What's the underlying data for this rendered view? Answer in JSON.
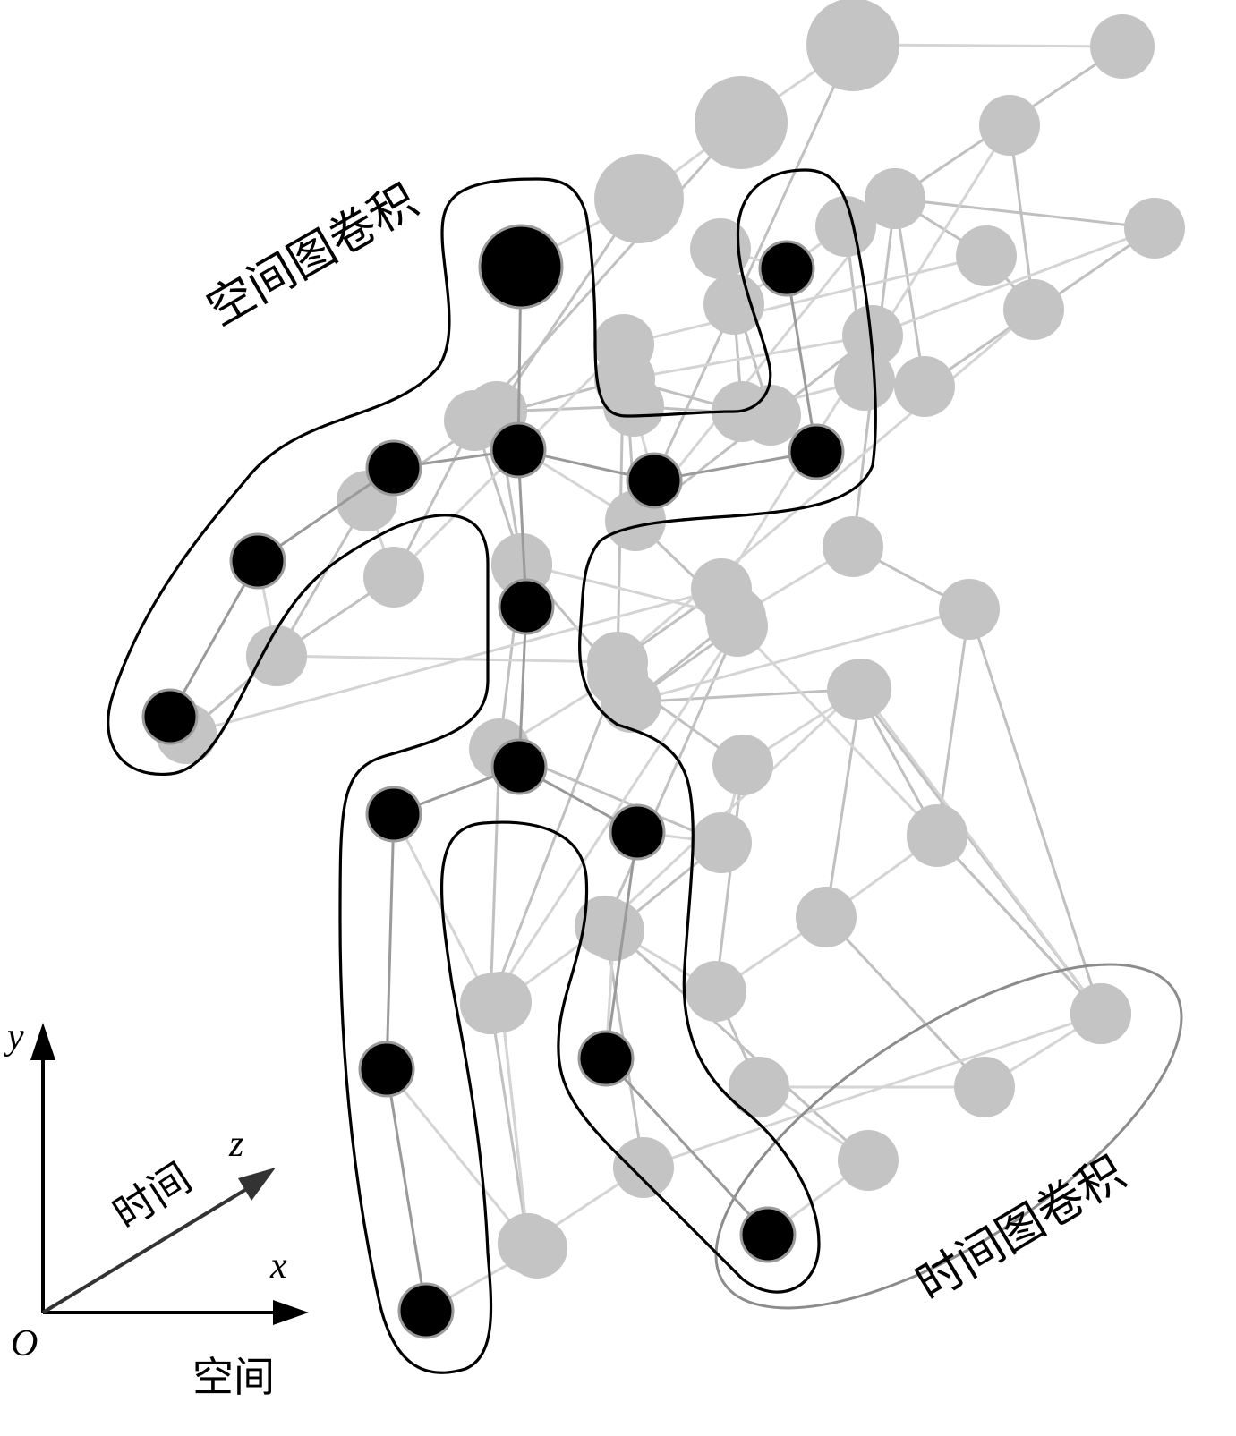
{
  "labels": {
    "spatial_conv": "空间图卷积",
    "temporal_conv": "时间图卷积",
    "axis_time": "时间",
    "axis_space": "空间",
    "axis_y": "y",
    "axis_z": "z",
    "axis_x": "x",
    "origin": "O"
  },
  "colors": {
    "frame_node": "#c4c4c4",
    "frame_edge": "#c0c0c0",
    "active_node": "#000000",
    "active_node_stroke": "#9a9a9a",
    "active_edge": "#9a9a9a",
    "outline": "#000000",
    "temporal_ellipse": "#8c8c8c",
    "axis": "#000000",
    "axis_time_arrow": "#333333"
  },
  "skeleton": {
    "joint_names": [
      "head",
      "neck",
      "l_shoulder",
      "r_shoulder",
      "l_elbow",
      "r_elbow",
      "l_hand",
      "r_hand",
      "spine",
      "pelvis",
      "l_hip",
      "r_hip",
      "l_knee",
      "r_knee",
      "l_foot",
      "r_foot"
    ],
    "bones": [
      [
        0,
        1
      ],
      [
        1,
        2
      ],
      [
        1,
        3
      ],
      [
        2,
        4
      ],
      [
        4,
        6
      ],
      [
        3,
        5
      ],
      [
        5,
        7
      ],
      [
        1,
        8
      ],
      [
        8,
        9
      ],
      [
        9,
        10
      ],
      [
        9,
        11
      ],
      [
        10,
        12
      ],
      [
        12,
        14
      ],
      [
        11,
        13
      ],
      [
        13,
        15
      ]
    ],
    "frames": 5
  }
}
